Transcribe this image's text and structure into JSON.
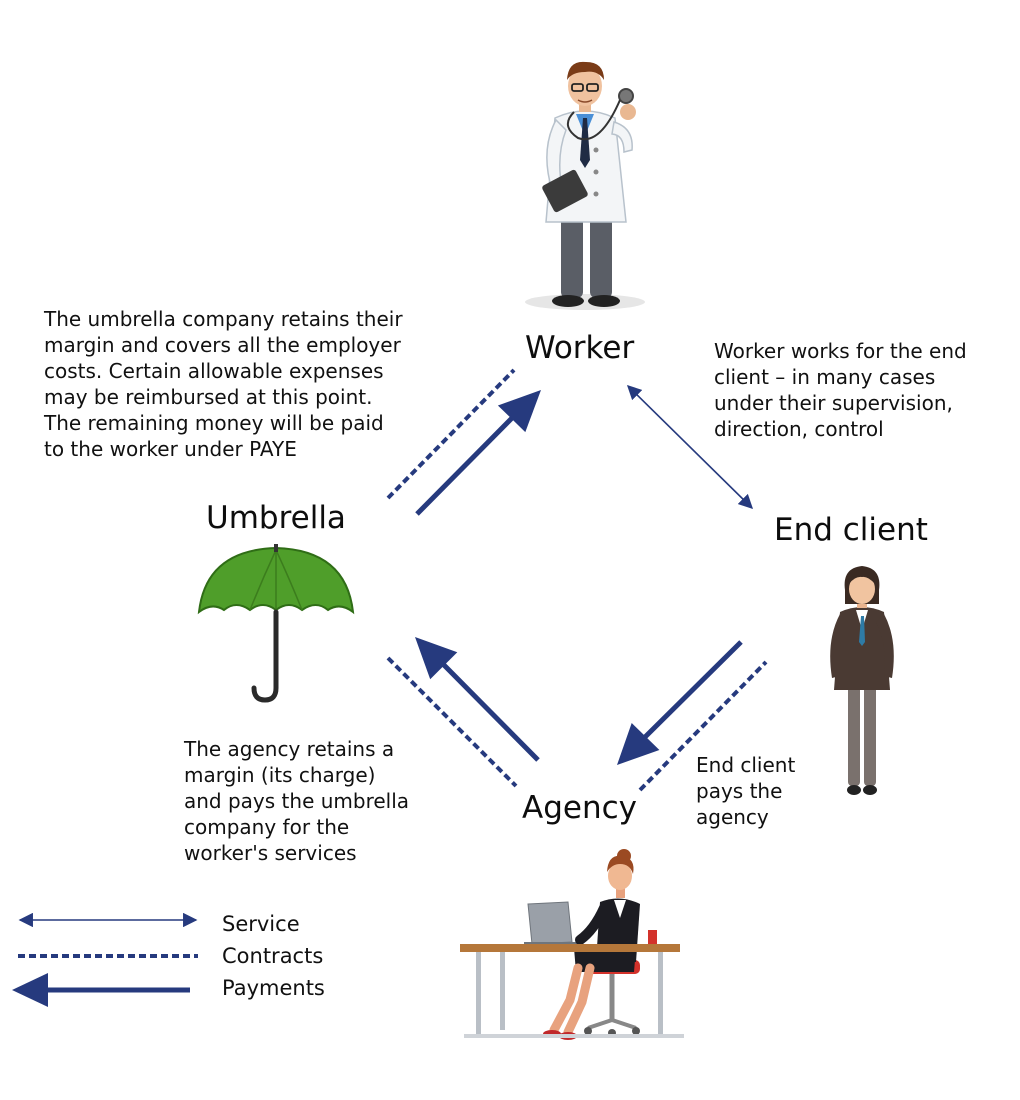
{
  "nodes": {
    "worker": "Worker",
    "umbrella": "Umbrella",
    "end_client": "End client",
    "agency": "Agency"
  },
  "notes": {
    "umbrella_note": "The umbrella company retains their\nmargin and covers all the employer\ncosts. Certain allowable expenses\nmay be reimbursed at this point.\nThe remaining money will be paid\nto the worker under PAYE",
    "worker_note": "Worker works for the end\nclient – in many cases\nunder their supervision,\ndirection, control",
    "agency_note": "The agency retains a\nmargin (its charge)\nand pays the umbrella\ncompany for the\nworker's services",
    "end_client_note": "End client\npays the\nagency"
  },
  "legend": {
    "service": "Service",
    "contracts": "Contracts",
    "payments": "Payments"
  },
  "colors": {
    "arrow": "#263a7e",
    "umbrella_canopy": "#4f9e2a",
    "text": "#111111"
  },
  "icons": {
    "worker": "doctor-icon",
    "umbrella": "umbrella-icon",
    "end_client": "businesswoman-icon",
    "agency": "office-worker-desk-icon"
  }
}
